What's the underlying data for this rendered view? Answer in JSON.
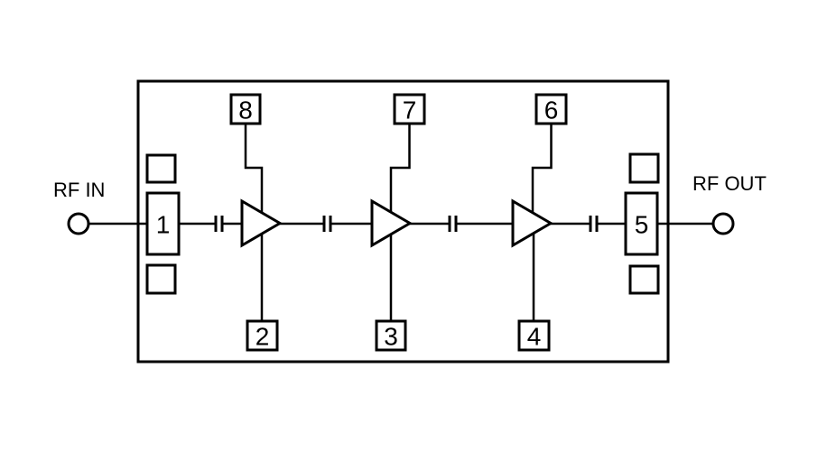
{
  "ports": {
    "input_label": "RF IN",
    "output_label": "RF OUT"
  },
  "pins": {
    "pin1": "1",
    "pin2": "2",
    "pin3": "3",
    "pin4": "4",
    "pin5": "5",
    "pin6": "6",
    "pin7": "7",
    "pin8": "8"
  },
  "colors": {
    "line": "#000000",
    "background": "#ffffff"
  }
}
